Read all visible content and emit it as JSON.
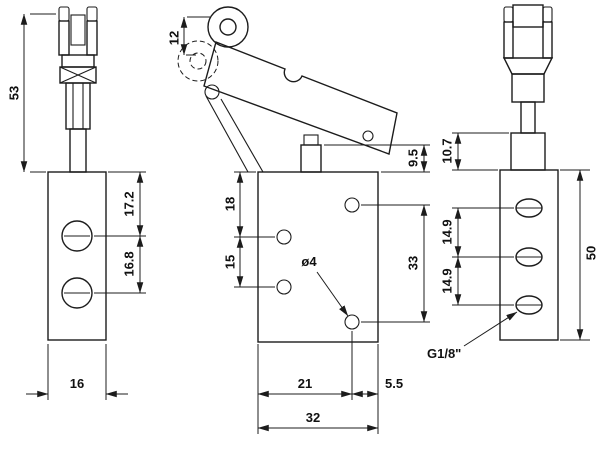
{
  "drawing": {
    "type": "technical-dimension-drawing",
    "subject": "roller-lever valve, three orthographic views with dimensions",
    "background": "#ffffff",
    "line_color": "#1c1c1c",
    "views": {
      "side_left": {
        "label": "left side view",
        "dims": {
          "lever_height": "53",
          "port1_from_top": "17.2",
          "port_pitch": "16.8",
          "body_depth": "16"
        }
      },
      "front": {
        "label": "front view",
        "dims": {
          "roller_travel": "12",
          "pilot_port_offset": "18",
          "pilot_port_pitch": "15",
          "mount_hole_diameter": "ø4",
          "overtravel": "9.5",
          "mount_hole_span": "33",
          "mount_hole_offset": "21",
          "edge_offset": "5.5",
          "body_width": "32"
        }
      },
      "side_right": {
        "label": "right side view",
        "dims": {
          "head_offset": "10.7",
          "port_pitch_upper": "14.9",
          "port_pitch_lower": "14.9",
          "body_height": "50",
          "port_thread": "G1/8\""
        }
      }
    }
  }
}
